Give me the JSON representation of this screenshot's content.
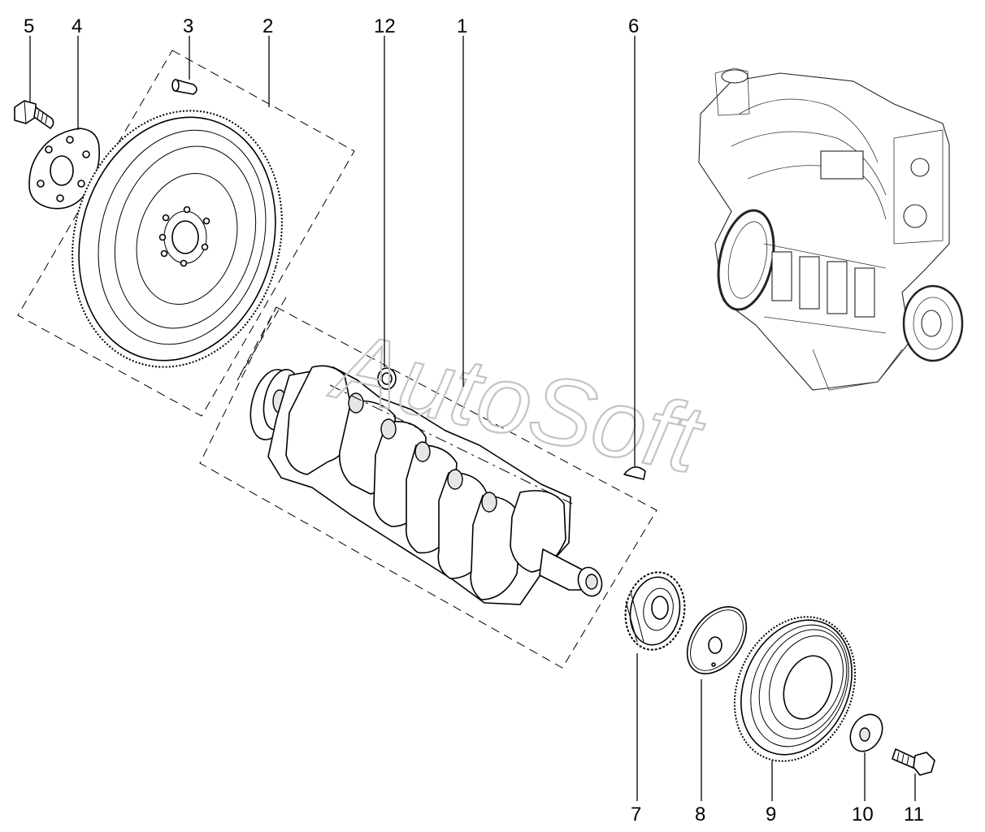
{
  "diagram": {
    "watermark": "AutoSoft",
    "callouts": [
      {
        "id": "c1",
        "label": "1"
      },
      {
        "id": "c2",
        "label": "2"
      },
      {
        "id": "c3",
        "label": "3"
      },
      {
        "id": "c4",
        "label": "4"
      },
      {
        "id": "c5",
        "label": "5"
      },
      {
        "id": "c6",
        "label": "6"
      },
      {
        "id": "c7",
        "label": "7"
      },
      {
        "id": "c8",
        "label": "8"
      },
      {
        "id": "c9",
        "label": "9"
      },
      {
        "id": "c10",
        "label": "10"
      },
      {
        "id": "c11",
        "label": "11"
      },
      {
        "id": "c12",
        "label": "12"
      }
    ]
  }
}
